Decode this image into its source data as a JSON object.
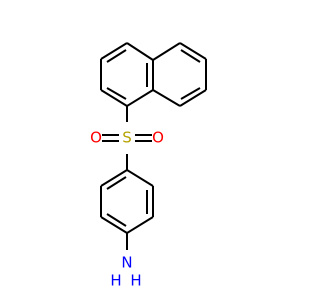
{
  "molecule": {
    "atoms": {
      "sulfur": "S",
      "oxygen_left": "O",
      "oxygen_right": "O",
      "nitrogen": "N",
      "hydrogen_1": "H",
      "hydrogen_2": "H"
    },
    "colors": {
      "bond": "#000000",
      "sulfur": "#b5a300",
      "oxygen": "#ff0000",
      "nitrogen": "#0000ff"
    }
  }
}
